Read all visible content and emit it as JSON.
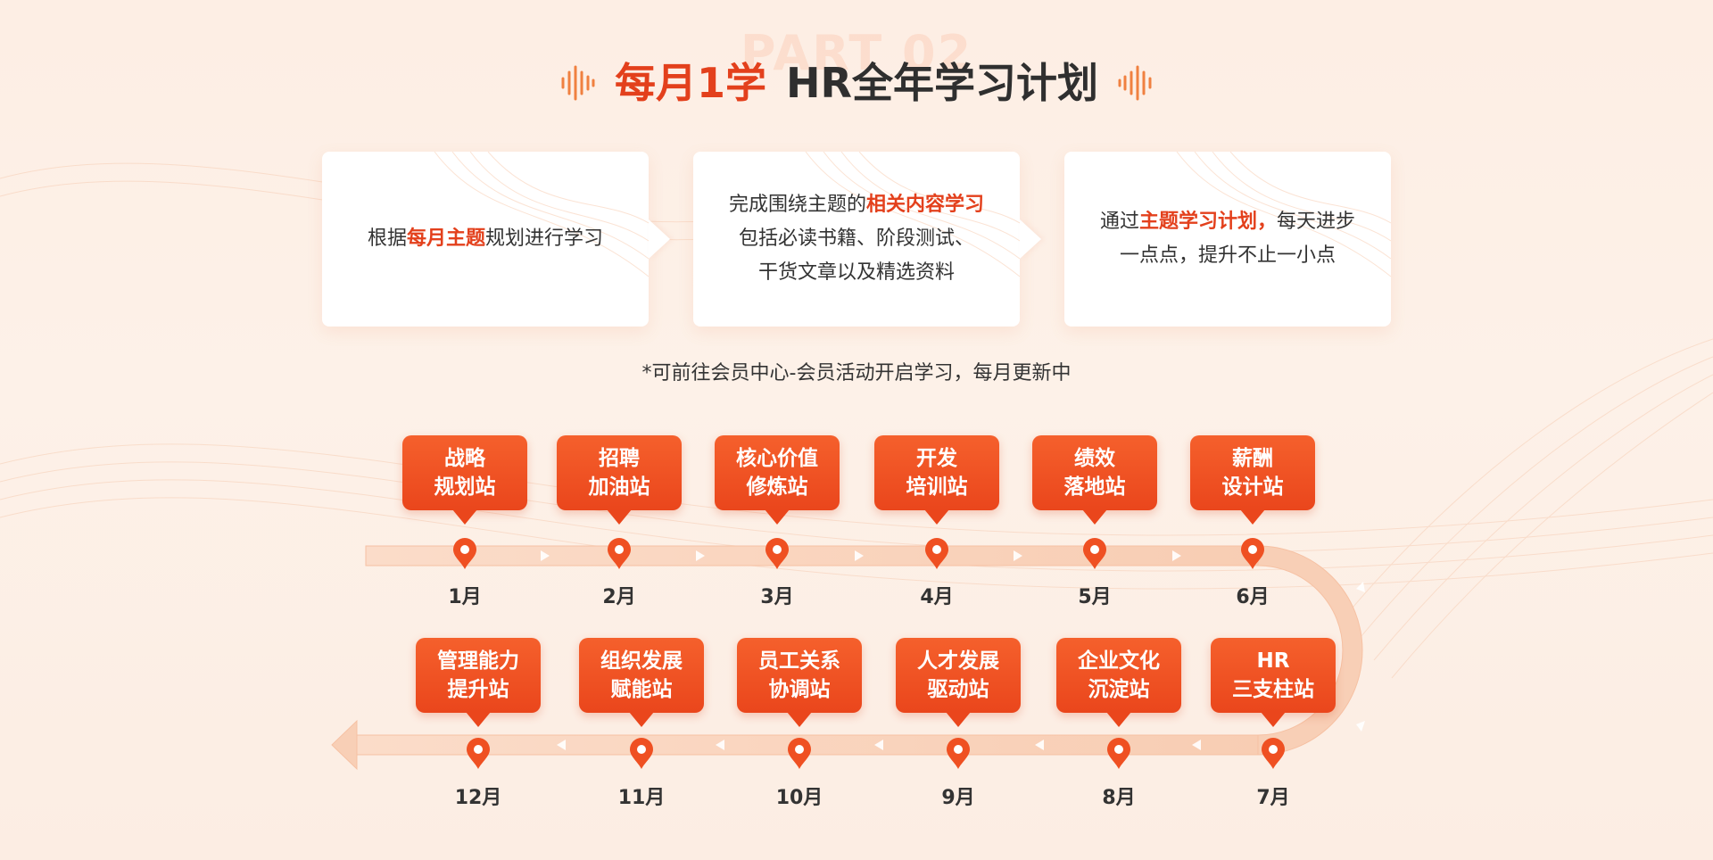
{
  "header": {
    "watermark": "PART 02",
    "title_accent": "每月1学",
    "title_main": "HR全年学习计划"
  },
  "colors": {
    "accent": "#e3401c",
    "station": "#ef5022",
    "track": "#f9d4bf"
  },
  "cards": [
    {
      "before": "根据",
      "highlight": "每月主题",
      "after": "规划进行学习"
    },
    {
      "line1_before": "完成围绕主题的",
      "line1_highlight": "相关内容学习",
      "line2": "包括必读书籍、阶段测试、",
      "line3": "干货文章以及精选资料"
    },
    {
      "line1_before": "通过",
      "line1_highlight": "主题学习计划，",
      "line1_after": "每天进步",
      "line2": "一点点，提升不止一小点"
    }
  ],
  "note": "*可前往会员中心-会员活动开启学习，每月更新中",
  "stations_top": [
    {
      "line1": "战略",
      "line2": "规划站",
      "month": "1月"
    },
    {
      "line1": "招聘",
      "line2": "加油站",
      "month": "2月"
    },
    {
      "line1": "核心价值",
      "line2": "修炼站",
      "month": "3月"
    },
    {
      "line1": "开发",
      "line2": "培训站",
      "month": "4月"
    },
    {
      "line1": "绩效",
      "line2": "落地站",
      "month": "5月"
    },
    {
      "line1": "薪酬",
      "line2": "设计站",
      "month": "6月"
    }
  ],
  "stations_bottom": [
    {
      "line1": "管理能力",
      "line2": "提升站",
      "month": "12月"
    },
    {
      "line1": "组织发展",
      "line2": "赋能站",
      "month": "11月"
    },
    {
      "line1": "员工关系",
      "line2": "协调站",
      "month": "10月"
    },
    {
      "line1": "人才发展",
      "line2": "驱动站",
      "month": "9月"
    },
    {
      "line1": "企业文化",
      "line2": "沉淀站",
      "month": "8月"
    },
    {
      "line1": "HR",
      "line2": "三支柱站",
      "month": "7月"
    }
  ],
  "icons": {
    "pin": "location-pin-icon",
    "deco": "sound-wave-icon"
  }
}
